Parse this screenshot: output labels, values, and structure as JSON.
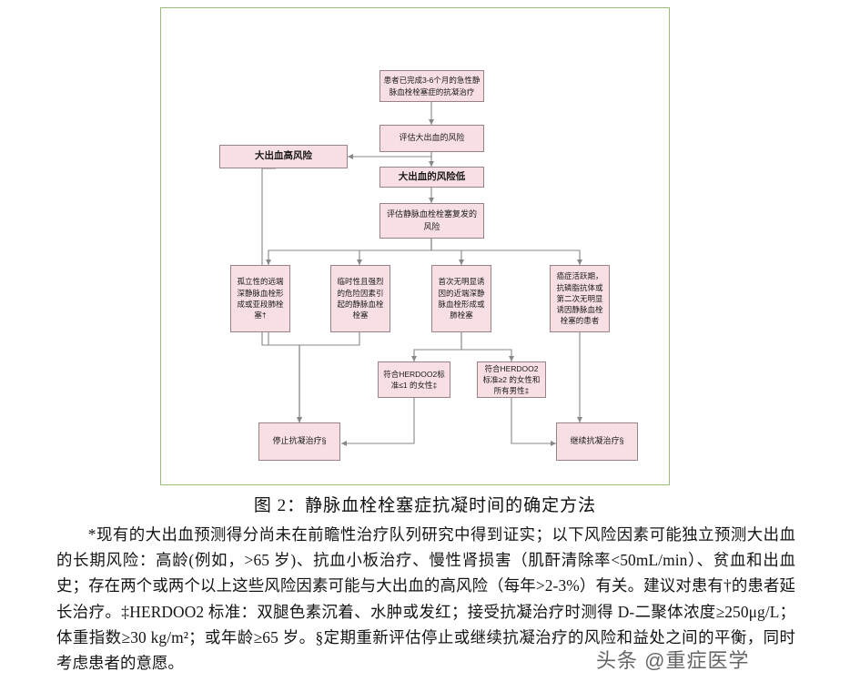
{
  "figure": {
    "caption": "图 2：静脉血栓栓塞症抗凝时间的确定方法",
    "frame_color": "#9bbd7a",
    "node_fill": "#f7dfe4",
    "node_border": "#9a8288",
    "connector_color": "#808080",
    "nodes": {
      "start": "患者已完成3-6个月的急性静脉血栓栓塞症的抗凝治疗",
      "assess_bleed": "评估大出血的风险",
      "high_bleed": "大出血高风险",
      "low_bleed": "大出血的风险低",
      "assess_recurrence": "评估静脉血栓栓塞复发的风险",
      "branch_1": "孤立性的远端深静脉血栓形成或亚段肺栓塞†",
      "branch_2": "临时性且强烈的危险因素引起的静脉血栓栓塞",
      "branch_3": "首次无明显诱因的近端深静脉血栓形成或肺栓塞",
      "branch_4": "癌症活跃期，抗磷脂抗体或第二次无明显诱因静脉血栓栓塞的患者",
      "herdoo2_low": "符合HERDOO2标准≤1 的女性‡",
      "herdoo2_high": "符合HERDOO2 标准≥2 的女性和所有男性‡",
      "stop": "停止抗凝治疗§",
      "continue": "继续抗凝治疗§"
    }
  },
  "body": {
    "paragraph": "*现有的大出血预测得分尚未在前瞻性治疗队列研究中得到证实；以下风险因素可能独立预测大出血的长期风险：高龄(例如，>65 岁)、抗血小板治疗、慢性肾损害（肌酐清除率<50mL/min）、贫血和出血史；存在两个或两个以上这些风险因素可能与大出血的高风险（每年>2-3%）有关。建议对患有†的患者延长治疗。‡HERDOO2 标准：双腿色素沉着、水肿或发红；接受抗凝治疗时测得 D-二聚体浓度≥250μg/L；体重指数≥30 kg/m²；或年龄≥65 岁。§定期重新评估停止或继续抗凝治疗的风险和益处之间的平衡，同时考虑患者的意愿。"
  },
  "watermark": {
    "text": "头条 @重症医学"
  }
}
